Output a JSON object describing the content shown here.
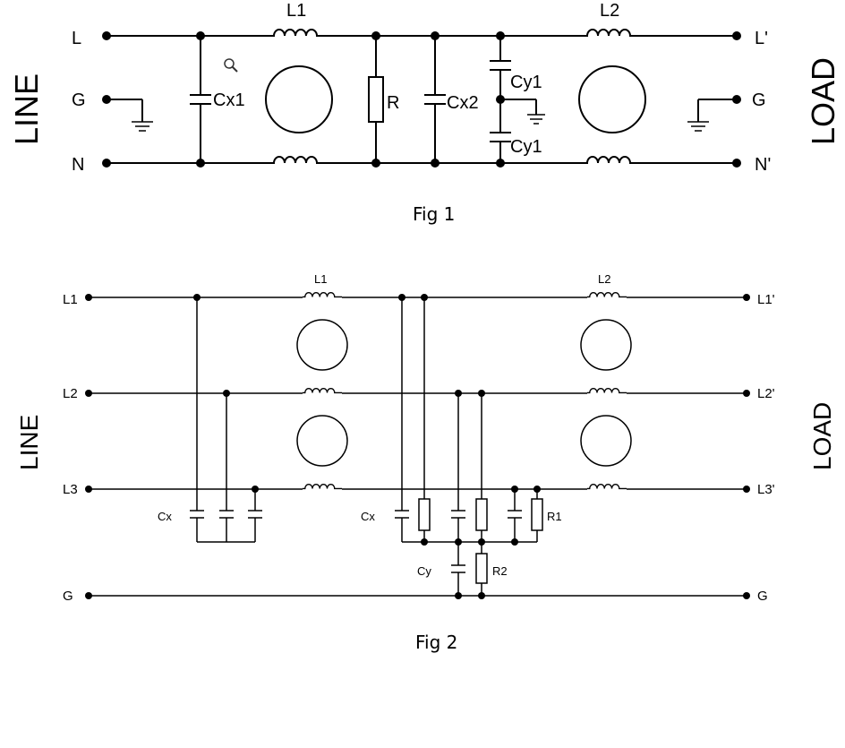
{
  "fig1": {
    "caption": "Fig 1",
    "side_left": "LINE",
    "side_right": "LOAD",
    "terminals_left": [
      "L",
      "G",
      "N"
    ],
    "terminals_right": [
      "L'",
      "G",
      "N'"
    ],
    "components": {
      "l1": "L1",
      "l2": "L2",
      "cx1": "Cx1",
      "r": "R",
      "cx2": "Cx2",
      "cy1_top": "Cy1",
      "cy1_bottom": "Cy1"
    }
  },
  "fig2": {
    "caption": "Fig 2",
    "side_left": "LINE",
    "side_right": "LOAD",
    "terminals_left": [
      "L1",
      "L2",
      "L3",
      "G"
    ],
    "terminals_right": [
      "L1'",
      "L2'",
      "L3'",
      "G"
    ],
    "components": {
      "l1": "L1",
      "l2": "L2",
      "cx_left": "Cx",
      "cx_right": "Cx",
      "r1": "R1",
      "cy": "Cy",
      "r2": "R2"
    }
  },
  "icons": [
    "magnifier-icon"
  ]
}
